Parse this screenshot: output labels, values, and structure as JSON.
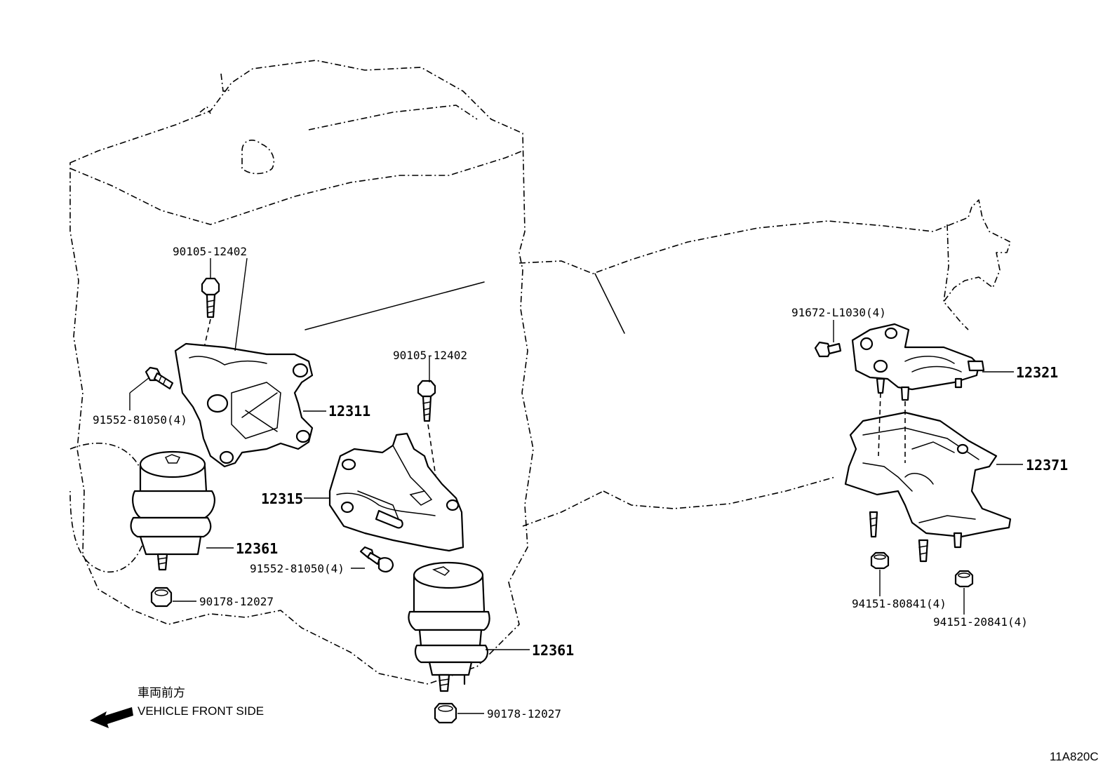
{
  "callouts": {
    "bolt_rear_upper_left": "90105-12402",
    "bolt_bracket_left": "91552-81050(4)",
    "bracket_left": "12311",
    "bolt_center_upper": "90105-12402",
    "bracket_center": "12315",
    "bolt_center_lower": "91552-81050(4)",
    "insulator_left": "12361",
    "nut_left": "90178-12027",
    "insulator_center": "12361",
    "nut_center": "90178-12027",
    "bolt_rear_mount": "91672-L1030(4)",
    "rear_insulator": "12321",
    "crossmember": "12371",
    "nut_rear_a": "94151-80841(4)",
    "nut_rear_b": "94151-20841(4)"
  },
  "direction": {
    "japanese": "車両前方",
    "english": "VEHICLE FRONT SIDE"
  },
  "figure_id": "11A820C"
}
